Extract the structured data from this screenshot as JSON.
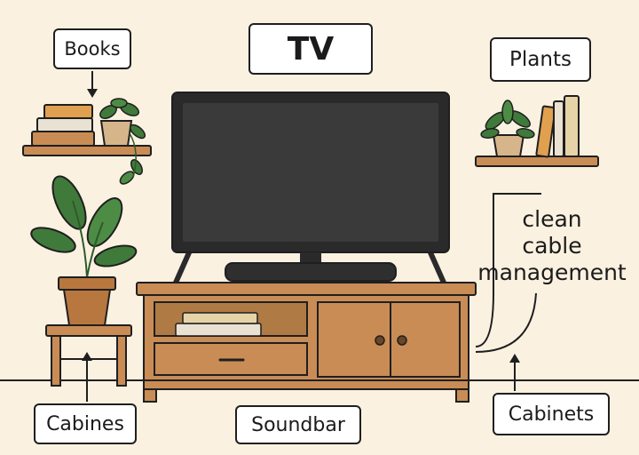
{
  "labels": {
    "books": "Books",
    "tv": "TV",
    "plants": "Plants",
    "cable": "clean\ncable\nmanagement",
    "cabinets_left": "Cabines",
    "soundbar": "Soundbar",
    "cabinets_right": "Cabinets"
  },
  "colors": {
    "background": "#fbf1e1",
    "wood": "#c98c55",
    "wood_dark": "#a76f3f",
    "screen": "#3a3a3a",
    "bezel": "#2a2a2a",
    "leaf": "#3f7a3a",
    "pot": "#b8773f",
    "outline": "#1f1f1f"
  }
}
